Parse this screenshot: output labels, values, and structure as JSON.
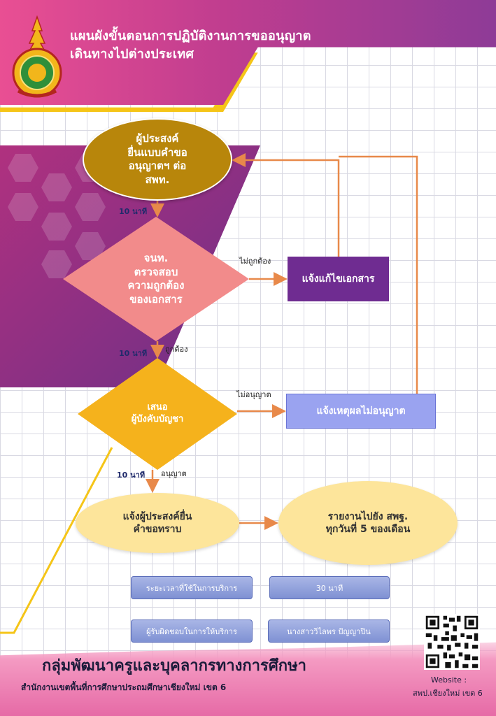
{
  "header": {
    "title_line1": "แผนผังขั้นตอนการปฏิบัติงานการขออนุญาต",
    "title_line2": "เดินทางไปต่างประเทศ"
  },
  "flow": {
    "start": "ผู้ประสงค์\nยื่นแบบคำขอ\nอนุญาตฯ ต่อ\nสพท.",
    "check": "จนท.\nตรวจสอบ\nความถูกต้อง\nของเอกสาร",
    "fix_docs": "แจ้งแก้ไขเอกสาร",
    "propose": "เสนอ\nผู้บังคับบัญชา",
    "reject_reason": "แจ้งเหตุผลไม่อนุญาต",
    "notify": "แจ้งผู้ประสงค์ยื่น\nคำขอทราบ",
    "report": "รายงานไปยัง สพฐ.\nทุกวันที่ 5 ของเดือน"
  },
  "edges": {
    "time_1": "10 นาที",
    "time_2": "10 นาที",
    "time_3": "10 นาที",
    "incorrect": "ไม่ถูกต้อง",
    "correct": "ถูกต้อง",
    "not_approved": "ไม่อนุญาต",
    "approved": "อนุญาต"
  },
  "info": {
    "duration_label": "ระยะเวลาที่ใช้ในการบริการ",
    "duration_value": "30 นาที",
    "responsible_label": "ผู้รับผิดชอบในการให้บริการ",
    "responsible_value": "นางสาววิไลพร ปัญญาปิน"
  },
  "footer": {
    "title": "กลุ่มพัฒนาครูและบุคลากรทางการศึกษา",
    "subtitle": "สำนักงานเขตพื้นที่การศึกษาประถมศึกษาเชียงใหม่  เขต 6",
    "website_label": "Website :",
    "website_value": "สพป.เชียงใหม่ เขต 6"
  },
  "colors": {
    "header_pink": "#e94f93",
    "header_purple": "#8e3b97",
    "accent_yellow": "#f5c518",
    "arrow_orange": "#e8894a"
  }
}
